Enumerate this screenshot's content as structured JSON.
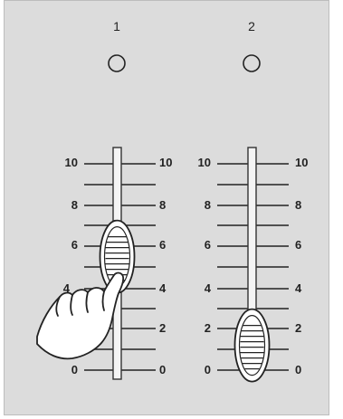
{
  "panel": {
    "title": "",
    "channels": [
      {
        "label": "1",
        "level": 5.5,
        "scale": [
          "10",
          "8",
          "6",
          "4",
          "2",
          "0"
        ]
      },
      {
        "label": "2",
        "level": 1.2,
        "scale": [
          "10",
          "8",
          "6",
          "4",
          "2",
          "0"
        ]
      }
    ]
  },
  "icons": {
    "indicator": "indicator-led-icon",
    "hand": "pointing-hand-icon"
  }
}
